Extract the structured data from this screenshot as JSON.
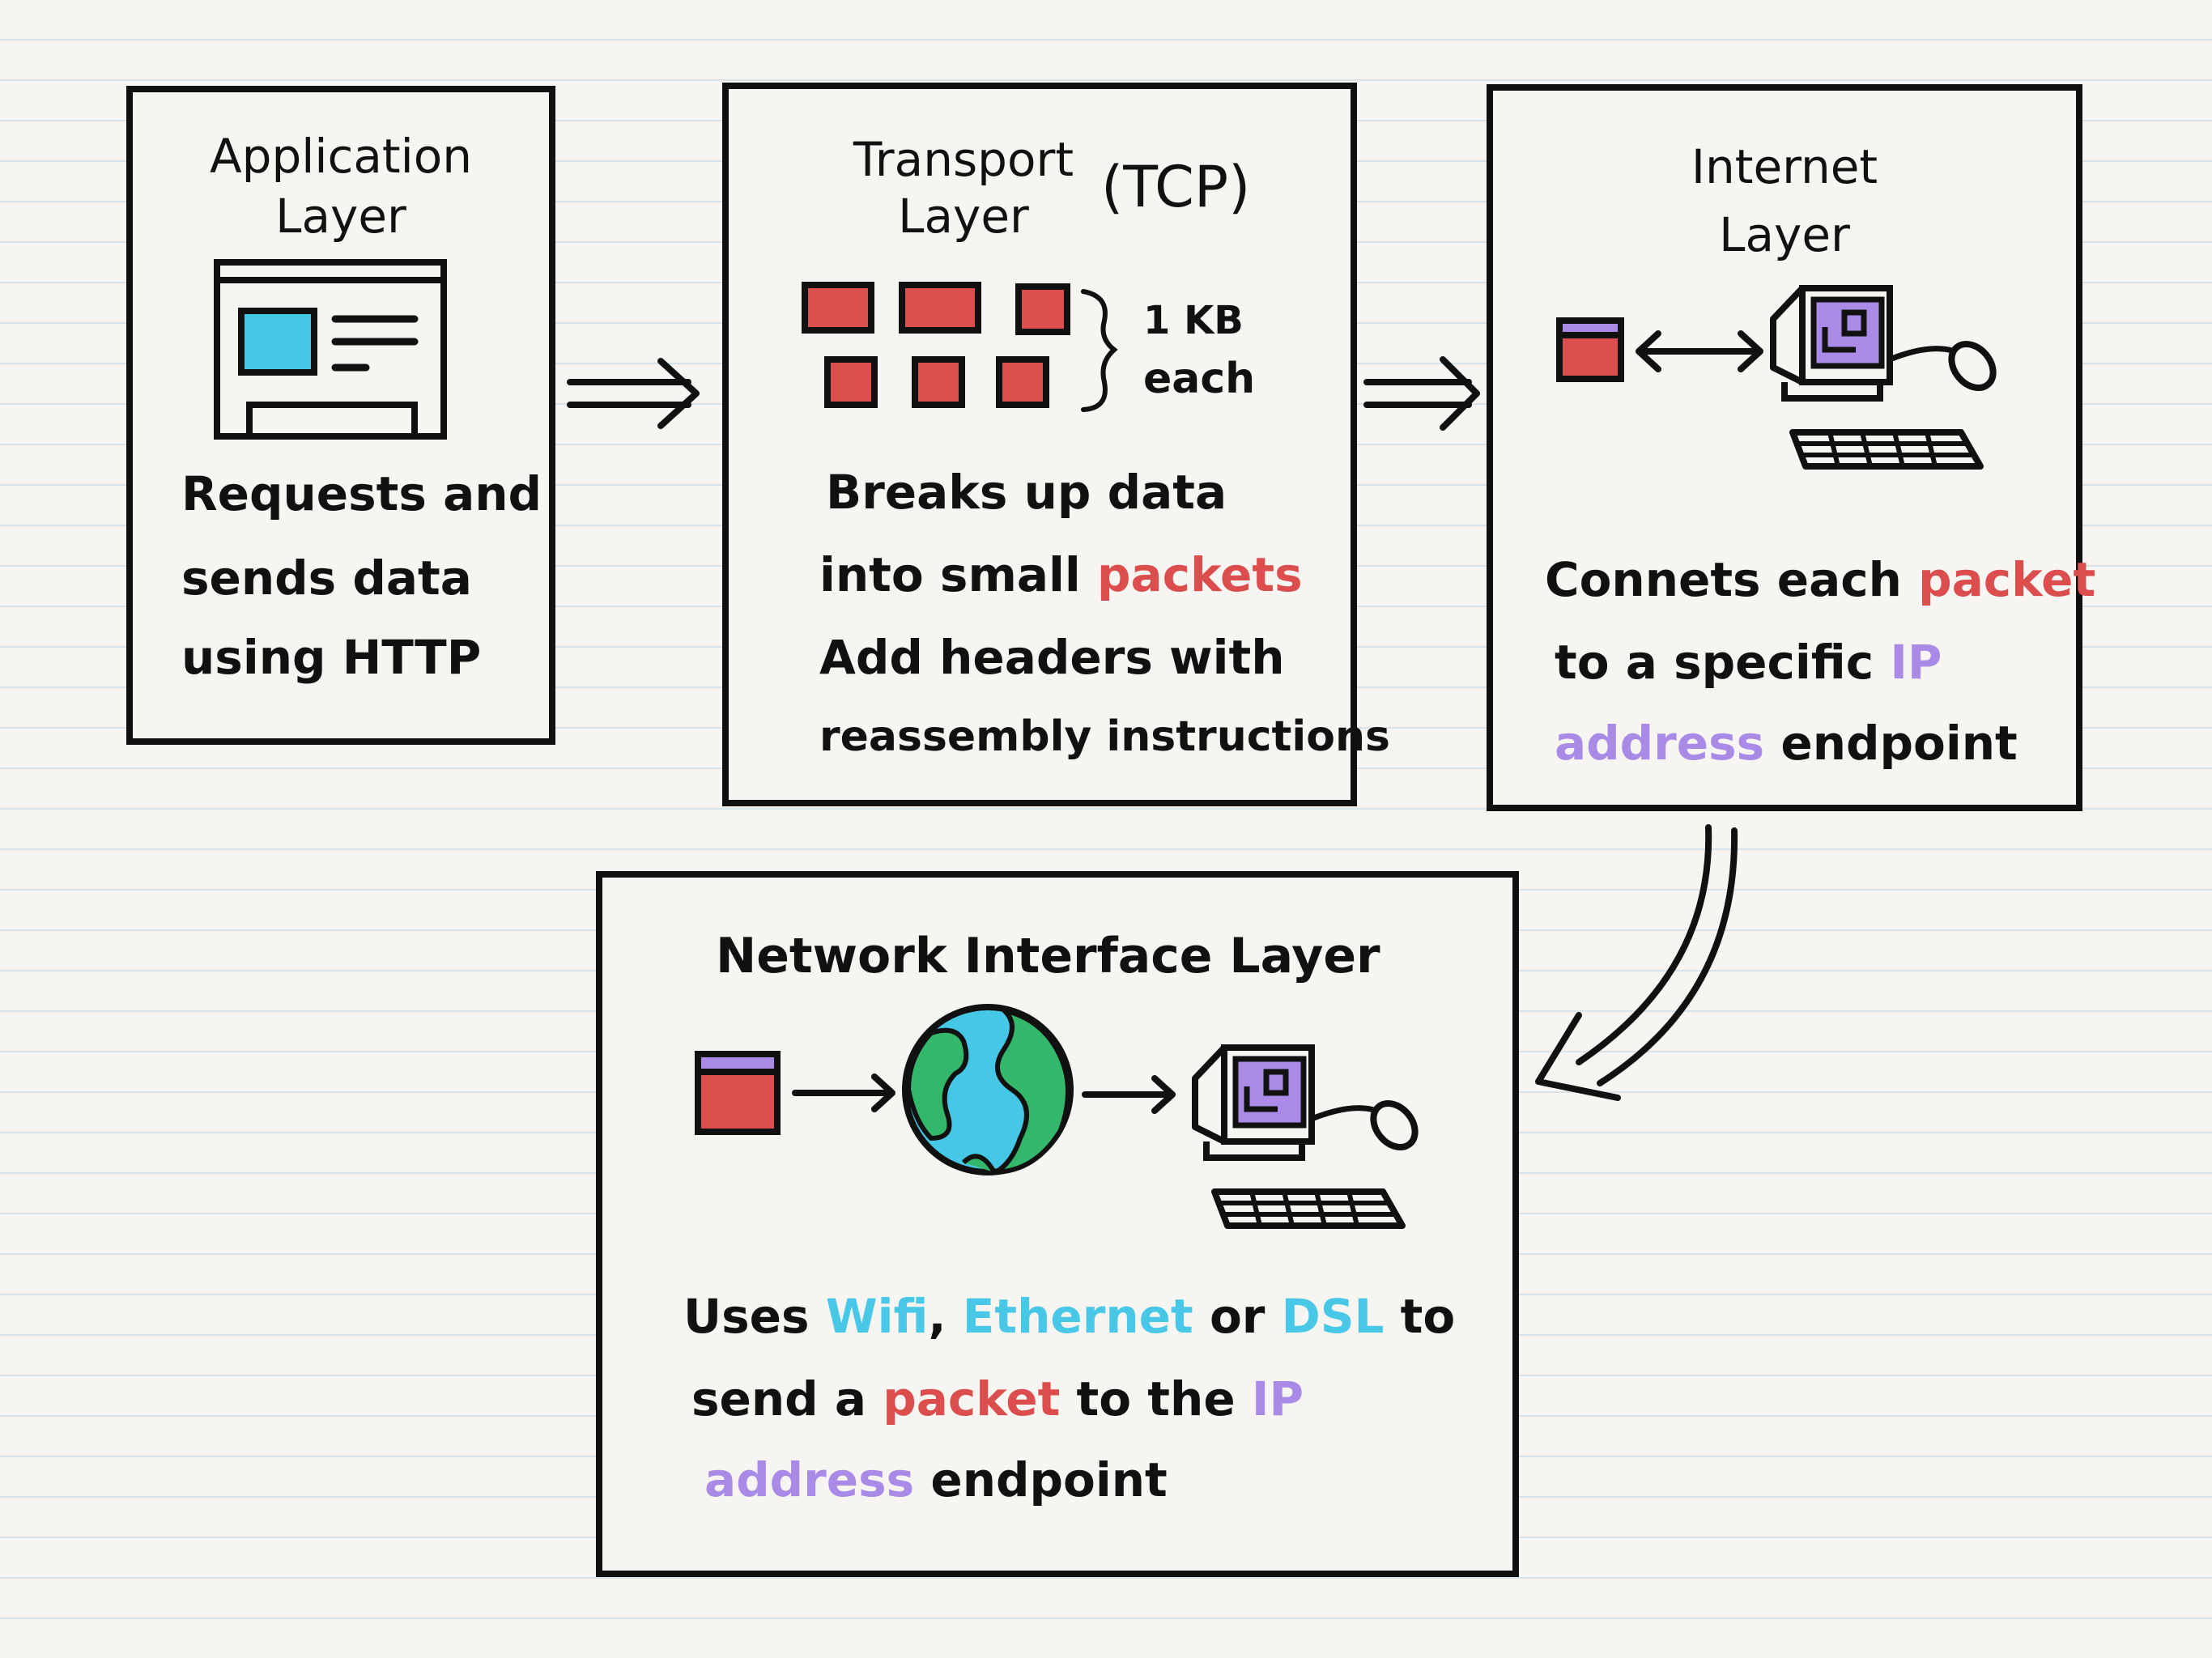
{
  "colors": {
    "ink": "#111111",
    "packet_red": "#dc4e4e",
    "ip_purple": "#a98ae6",
    "net_blue": "#48c8e6",
    "screen_blue": "#45c7e6",
    "globe_green": "#33b86b",
    "globe_blue": "#45c7e6"
  },
  "panels": {
    "application": {
      "title_line1": "Application",
      "title_line2": "Layer",
      "body": [
        "Requests and",
        "sends data",
        "using HTTP"
      ]
    },
    "transport": {
      "title_line1": "Transport",
      "title_line2": "Layer",
      "title_suffix": "(TCP)",
      "packet_size_line1": "1 KB",
      "packet_size_line2": "each",
      "body_line1": "Breaks up data",
      "body_line2_pre": "into small",
      "body_line2_hl": "packets",
      "body_line3": "Add headers with",
      "body_line4": "reassembly instructions"
    },
    "internet": {
      "title_line1": "Internet",
      "title_line2": "Layer",
      "body_line1_pre": "Connets each",
      "body_line1_hl": "packet",
      "body_line2_pre": "to a specific",
      "body_line2_hl": "IP",
      "body_line3_hl": "address",
      "body_line3_post": "endpoint"
    },
    "network": {
      "title": "Network Interface Layer",
      "line1_pre": "Uses",
      "line1_wifi": "Wifi",
      "line1_comma": ",",
      "line1_ethernet": "Ethernet",
      "line1_or": "or",
      "line1_dsl": "DSL",
      "line1_to": "to",
      "line2_pre": "send a",
      "line2_packet": "packet",
      "line2_mid": "to the",
      "line2_ip": "IP",
      "line3_address": "address",
      "line3_post": "endpoint"
    }
  },
  "icons": [
    "browser-window-icon",
    "packet-icon",
    "computer-icon",
    "globe-icon",
    "double-arrow-icon"
  ]
}
